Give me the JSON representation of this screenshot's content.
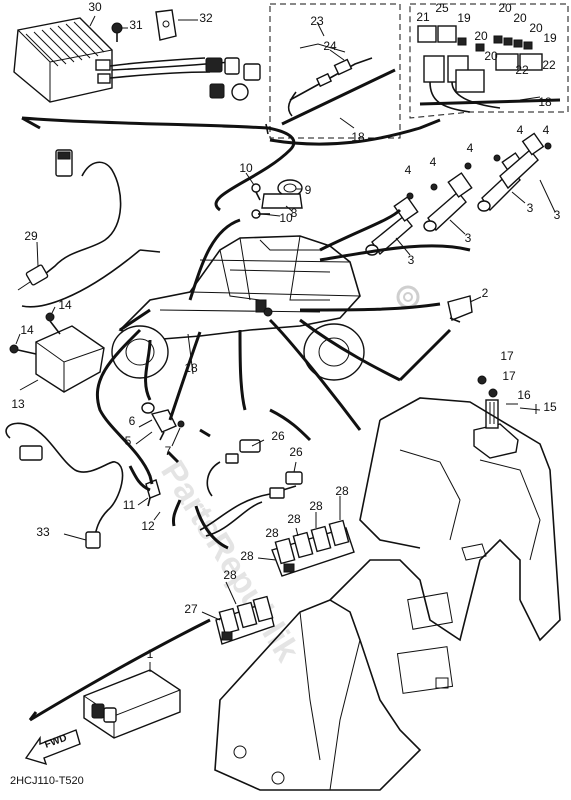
{
  "diagram": {
    "code": "2HCJ110-T520",
    "fwd_label": "FWD",
    "watermark": "PartsRepublik"
  },
  "callouts": [
    "30",
    "31",
    "32",
    "29",
    "14",
    "14",
    "13",
    "10",
    "9",
    "8",
    "10",
    "18",
    "23",
    "24",
    "18",
    "25",
    "21",
    "19",
    "20",
    "20",
    "20",
    "20",
    "19",
    "20",
    "22",
    "22",
    "18",
    "4",
    "4",
    "4",
    "4",
    "4",
    "3",
    "3",
    "3",
    "3",
    "2",
    "17",
    "17",
    "16",
    "15",
    "6",
    "5",
    "7",
    "26",
    "26",
    "11",
    "12",
    "33",
    "28",
    "28",
    "28",
    "28",
    "28",
    "27",
    "28",
    "1"
  ]
}
